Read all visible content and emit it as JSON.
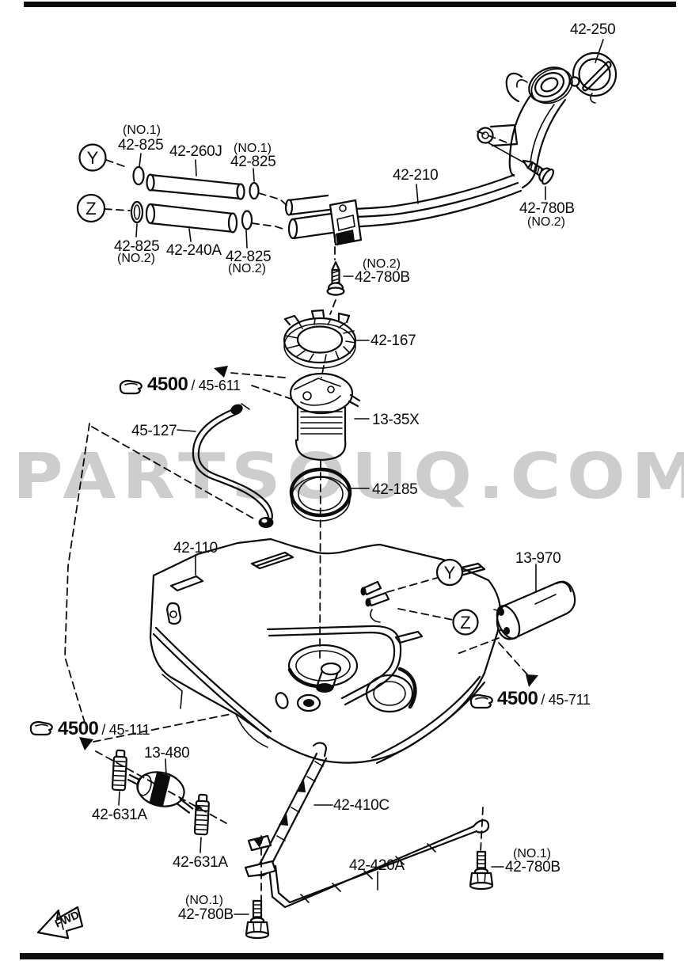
{
  "watermark": "PARTSOUQ.COM",
  "view_markers": {
    "y": "Y",
    "z": "Z"
  },
  "fwd_label": "FWD",
  "refs": {
    "r611": {
      "code": "4500",
      "rest": "/ 45-611"
    },
    "r711": {
      "code": "4500",
      "rest": "/ 45-711"
    },
    "r111": {
      "code": "4500",
      "rest": "/ 45-111"
    }
  },
  "labels": [
    {
      "id": "cap",
      "text": "42-250"
    },
    {
      "id": "no1-a",
      "text": "(NO.1)"
    },
    {
      "id": "clamp-a",
      "text": "42-825"
    },
    {
      "id": "hose-upper",
      "text": "42-260J"
    },
    {
      "id": "no1-b",
      "text": "(NO.1)"
    },
    {
      "id": "clamp-b",
      "text": "42-825"
    },
    {
      "id": "filler-pipe",
      "text": "42-210"
    },
    {
      "id": "screw-top",
      "text": "42-780B"
    },
    {
      "id": "no2-a",
      "text": "(NO.2)"
    },
    {
      "id": "clamp-c",
      "text": "42-825"
    },
    {
      "id": "no2-b",
      "text": "(NO.2)"
    },
    {
      "id": "hose-lower",
      "text": "42-240A"
    },
    {
      "id": "clamp-d",
      "text": "42-825"
    },
    {
      "id": "no2-c",
      "text": "(NO.2)"
    },
    {
      "id": "no2-d",
      "text": "(NO.2)"
    },
    {
      "id": "screw-mid",
      "text": "42-780B"
    },
    {
      "id": "lock-ring",
      "text": "42-167"
    },
    {
      "id": "breather-hose",
      "text": "45-127"
    },
    {
      "id": "fuel-pump",
      "text": "13-35X"
    },
    {
      "id": "seal-ring",
      "text": "42-185"
    },
    {
      "id": "fuel-tank",
      "text": "42-110"
    },
    {
      "id": "canister",
      "text": "13-970"
    },
    {
      "id": "fuel-filter",
      "text": "13-480"
    },
    {
      "id": "insulator-a",
      "text": "42-631A"
    },
    {
      "id": "insulator-b",
      "text": "42-631A"
    },
    {
      "id": "no1-c",
      "text": "(NO.1)"
    },
    {
      "id": "bolt-left",
      "text": "42-780B"
    },
    {
      "id": "strap-front",
      "text": "42-410C"
    },
    {
      "id": "strap-rear",
      "text": "42-420A"
    },
    {
      "id": "no1-d",
      "text": "(NO.1)"
    },
    {
      "id": "bolt-right",
      "text": "42-780B"
    }
  ]
}
